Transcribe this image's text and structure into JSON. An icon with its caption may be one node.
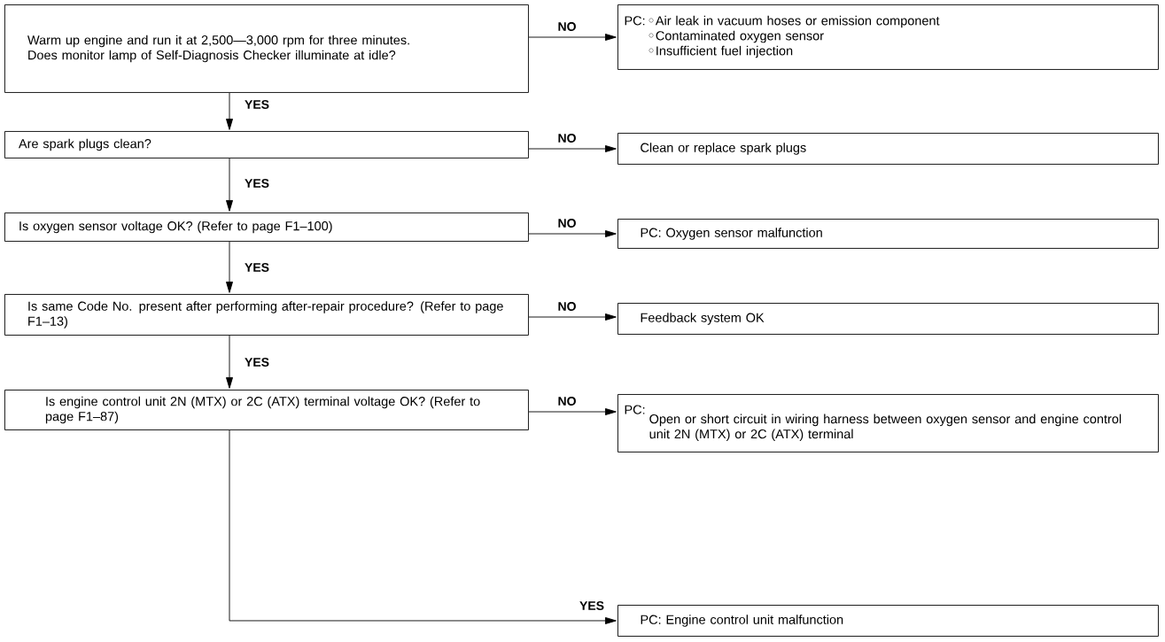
{
  "diagram": {
    "nodes": [
      {
        "text": [
          "Warm up engine and run it at 2,500—3,000 rpm for three minutes.",
          "Does monitor lamp of Self-Diagnosis Checker illuminate at idle?"
        ]
      },
      {
        "text": [
          "PC:",
          "Air leak in vacuum hoses or emission component",
          "Contaminated oxygen sensor",
          "Insufficient fuel injection"
        ]
      },
      {
        "text": [
          "Are spark plugs clean?"
        ]
      },
      {
        "text": [
          "Clean or replace spark plugs"
        ]
      },
      {
        "text": [
          "Is oxygen sensor voltage OK? (Refer to page F1–100)"
        ]
      },
      {
        "text": [
          "PC: Oxygen sensor malfunction"
        ]
      },
      {
        "text": [
          "Is same Code No. present after performing after-repair procedure? (Refer to page F1–13)"
        ]
      },
      {
        "text": [
          "Feedback system OK"
        ]
      },
      {
        "text": [
          "Is engine control unit 2N (MTX) or 2C (ATX) terminal voltage OK? (Refer to page F1–87)"
        ]
      },
      {
        "text": [
          "PC:",
          "Open or short circuit in wiring harness between oxygen sensor and engine control unit 2N (MTX) or 2C (ATX) terminal"
        ]
      },
      {
        "text": [
          "PC: Engine control unit malfunction"
        ]
      }
    ],
    "edges": [
      {
        "from": 0,
        "to": 1,
        "arrow": "to",
        "label": "NO"
      },
      {
        "from": 0,
        "to": 2,
        "arrow": "to",
        "label": "YES"
      },
      {
        "from": 2,
        "to": 3,
        "arrow": "to",
        "label": "NO"
      },
      {
        "from": 2,
        "to": 4,
        "arrow": "to",
        "label": "YES"
      },
      {
        "from": 4,
        "to": 5,
        "arrow": "to",
        "label": "NO"
      },
      {
        "from": 4,
        "to": 6,
        "arrow": "to",
        "label": "YES"
      },
      {
        "from": 6,
        "to": 7,
        "arrow": "to",
        "label": "NO"
      },
      {
        "from": 6,
        "to": 8,
        "arrow": "to",
        "label": "YES"
      },
      {
        "from": 8,
        "to": 9,
        "arrow": "to",
        "label": "NO"
      },
      {
        "from": 8,
        "to": 10,
        "arrow": "to",
        "label": "YES"
      }
    ]
  }
}
